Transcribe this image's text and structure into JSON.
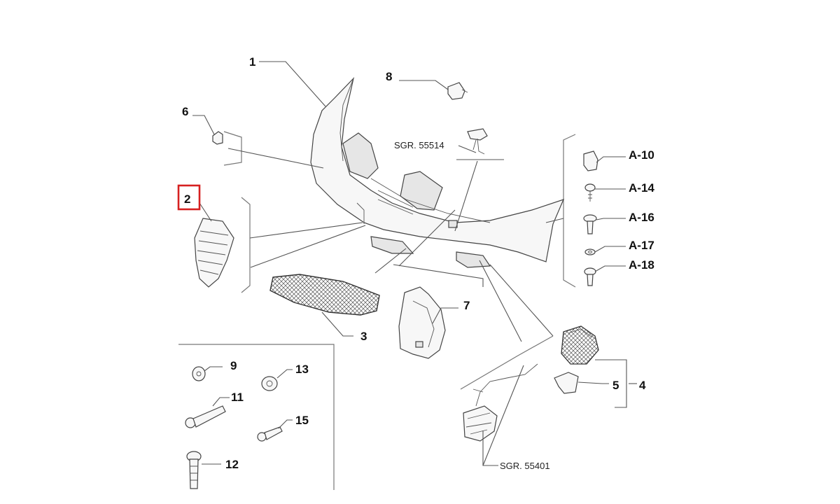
{
  "labels": {
    "p1": "1",
    "p2": "2",
    "p3": "3",
    "p4": "4",
    "p5": "5",
    "p6": "6",
    "p7": "7",
    "p8": "8",
    "p9": "9",
    "p11": "11",
    "p12": "12",
    "p13": "13",
    "p15": "15",
    "a10": "A-10",
    "a14": "A-14",
    "a16": "A-16",
    "a17": "A-17",
    "a18": "A-18"
  },
  "references": {
    "sgr_55514": "SGR. 55514",
    "sgr_55401": "SGR. 55401"
  },
  "highlight": {
    "part": "2",
    "color": "#d62020"
  }
}
